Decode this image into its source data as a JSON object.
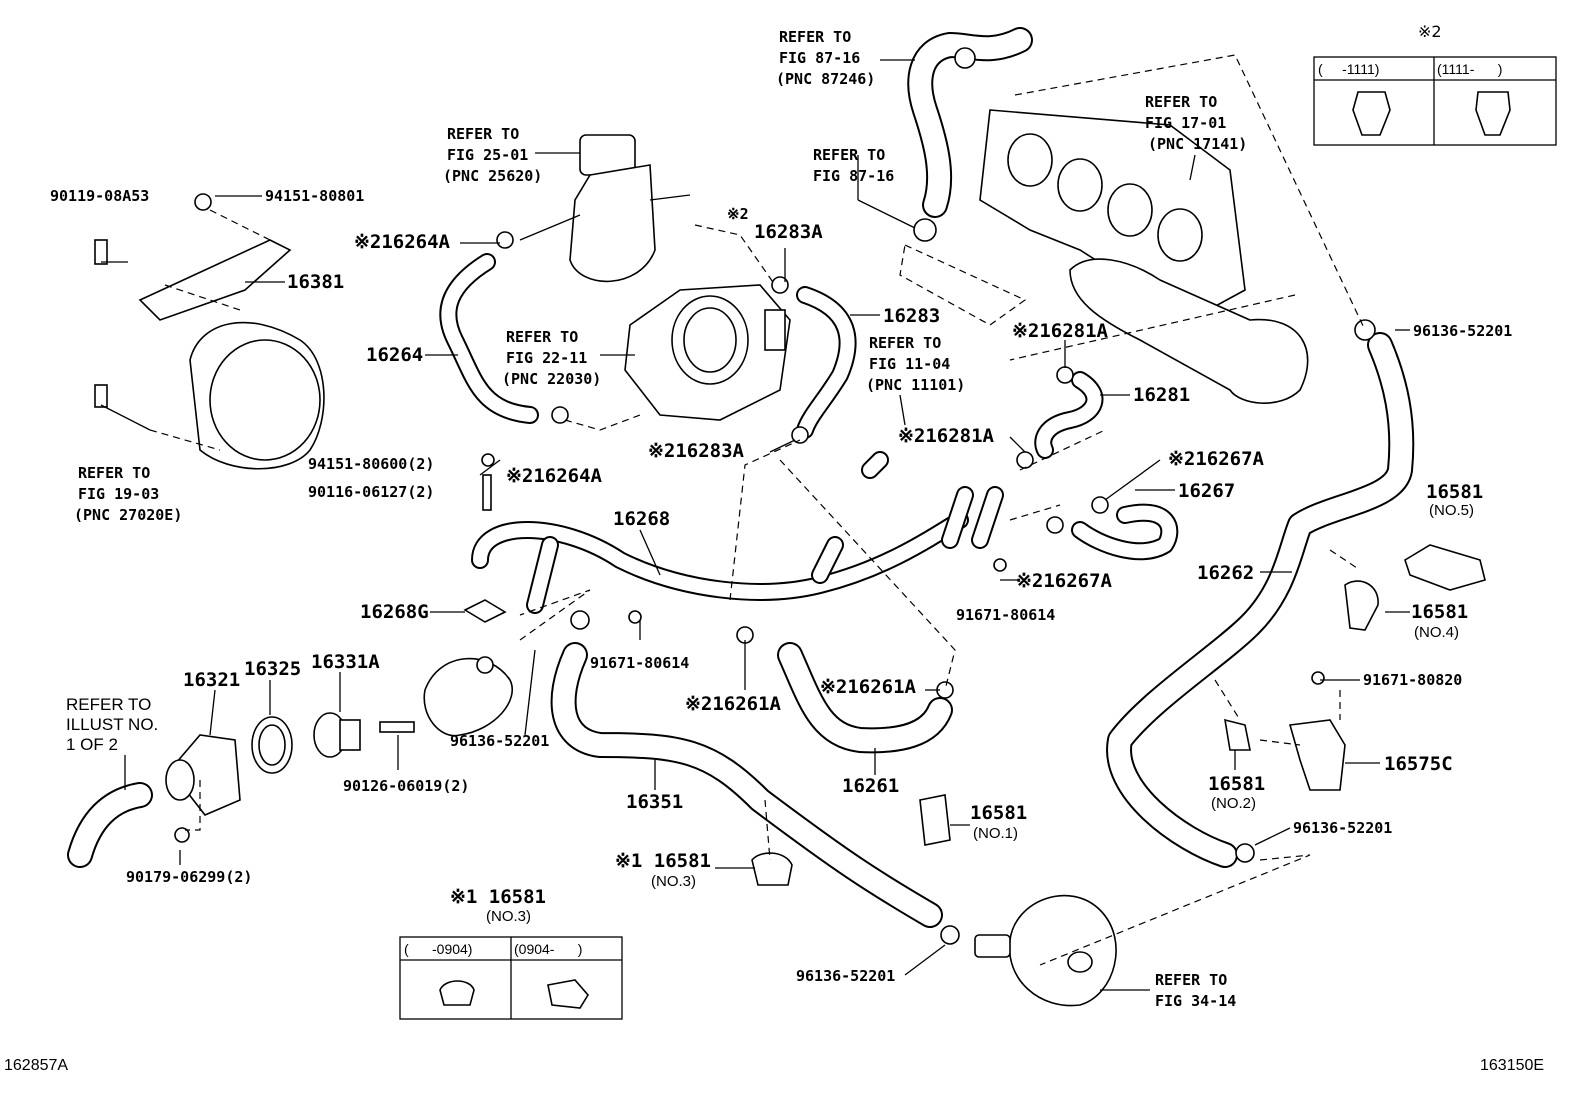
{
  "labels": {
    "refer_87_16_top": [
      "REFER TO",
      "FIG 87-16",
      "(PNC 87246)"
    ],
    "refer_87_16": [
      "REFER TO",
      "FIG 87-16"
    ],
    "refer_17_01": [
      "REFER TO",
      "FIG 17-01",
      "(PNC 17141)"
    ],
    "refer_25_01": [
      "REFER TO",
      "FIG 25-01",
      "(PNC 25620)"
    ],
    "refer_22_11": [
      "REFER TO",
      "FIG 22-11",
      "(PNC 22030)"
    ],
    "refer_11_04": [
      "REFER TO",
      "FIG 11-04",
      "(PNC 11101)"
    ],
    "refer_19_03": [
      "REFER TO",
      "FIG 19-03",
      "(PNC 27020E)"
    ],
    "refer_illust": [
      "REFER TO",
      "ILLUST NO.",
      "1 OF 2"
    ],
    "refer_34_14": [
      "REFER TO",
      "FIG 34-14"
    ]
  },
  "parts": {
    "p90119_08A53": "90119-08A53",
    "p94151_80801": "94151-80801",
    "p16381": "16381",
    "p16264A_top": "※216264A",
    "p16264": "16264",
    "p16283A_top": "16283A",
    "p16283A_top_mark": "※2",
    "p16283": "16283",
    "p16281A_top": "※216281A",
    "p16281": "16281",
    "p16281A_mid": "※216281A",
    "p96136_52201_right": "96136-52201",
    "p16283A_mid": "※216283A",
    "p16264A_mid": "※216264A",
    "p94151_80600": "94151-80600(2)",
    "p90116_06127": "90116-06127(2)",
    "p16267A_top": "※216267A",
    "p16267": "16267",
    "p16268": "16268",
    "p16268G": "16268G",
    "p16267A_bot": "※216267A",
    "p91671_80614_right": "91671-80614",
    "p16581_no5": "16581",
    "p16581_no5_sub": "(NO.5)",
    "p16262": "16262",
    "p16581_no4": "16581",
    "p16581_no4_sub": "(NO.4)",
    "p91671_80614_mid": "91671-80614",
    "p16261A_left": "※216261A",
    "p16261A_right": "※216261A",
    "p91671_80820": "91671-80820",
    "p16321": "16321",
    "p16325": "16325",
    "p16331A": "16331A",
    "p96136_52201_mid": "96136-52201",
    "p90126_06019": "90126-06019(2)",
    "p16575C": "16575C",
    "p16581_no2": "16581",
    "p16581_no2_sub": "(NO.2)",
    "p16351": "16351",
    "p16261": "16261",
    "p16581_no1": "16581",
    "p16581_no1_sub": "(NO.1)",
    "p96136_52201_low": "96136-52201",
    "p90179_06299": "90179-06299(2)",
    "p16581_no3": "※1 16581",
    "p16581_no3_sub": "(NO.3)",
    "p96136_52201_bottom": "96136-52201"
  },
  "inset_bottom": {
    "title": "※1 16581",
    "subtitle": "(NO.3)",
    "col1": "(      -0904)",
    "col2": "(0904-      )"
  },
  "inset_top": {
    "title": "※2",
    "col1": "(     -1111)",
    "col2": "(1111-      )"
  },
  "footer": {
    "left_code": "162857A",
    "right_code": "163150E"
  }
}
